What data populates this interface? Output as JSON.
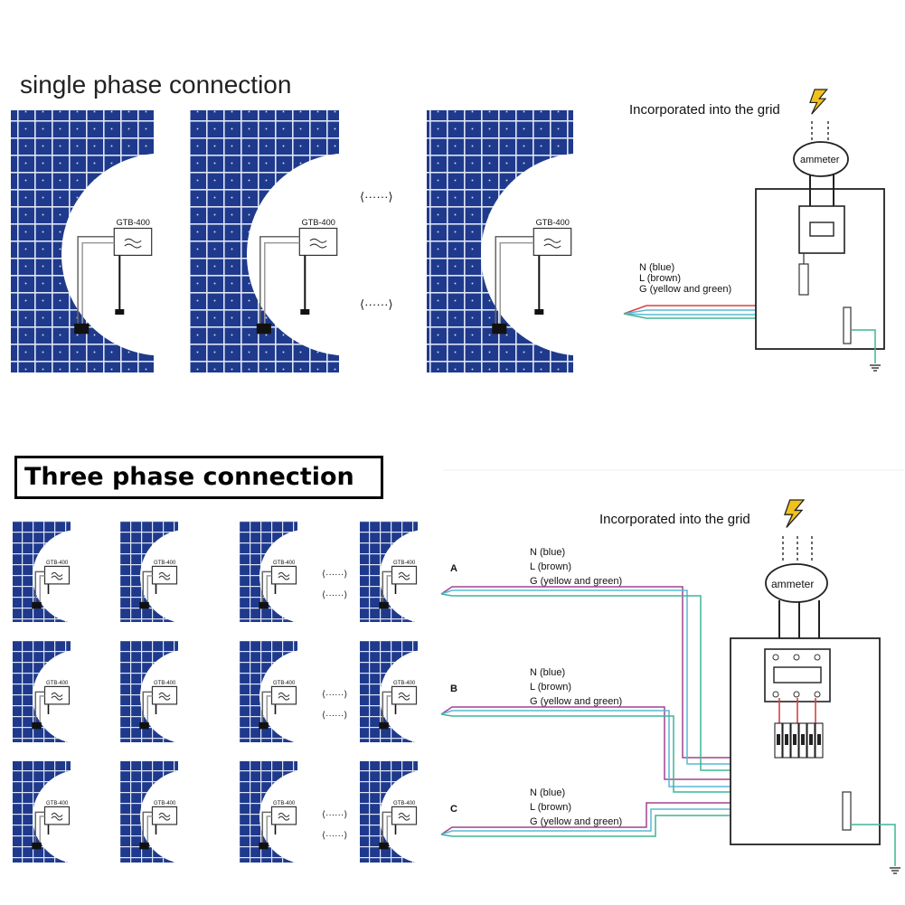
{
  "single": {
    "title": "single phase connection",
    "grid_label": "Incorporated into the grid",
    "meter_label": "ammeter",
    "inverter_label": "GTB-400",
    "wires": [
      "N (blue)",
      "L (brown)",
      "G (yellow and green)"
    ]
  },
  "three": {
    "title": "Three phase connection",
    "grid_label": "Incorporated into the grid",
    "meter_label": "ammeter",
    "inverter_labels": [
      "GTB-400",
      "GTB-400",
      "GTB-400",
      "GTB-400"
    ],
    "phases": [
      "A",
      "B",
      "C"
    ],
    "wires": [
      [
        "N (blue)",
        "L (brown)",
        "G (yellow and green)"
      ],
      [
        "N (blue)",
        "L (brown)",
        "G (yellow and green)"
      ],
      [
        "N (blue)",
        "L (brown)",
        "G (yellow and green)"
      ]
    ]
  },
  "colors": {
    "panel": "#1f3a8c",
    "cell_grid": "#ffffff",
    "wire_n": "#5ab8d6",
    "wire_l": "#a0448e",
    "wire_g": "#3fb596",
    "wire_red": "#d94040",
    "bolt": "#f2c21a"
  },
  "icons": [
    "lightning-bolt-icon",
    "ground-icon",
    "ellipsis-icon"
  ]
}
